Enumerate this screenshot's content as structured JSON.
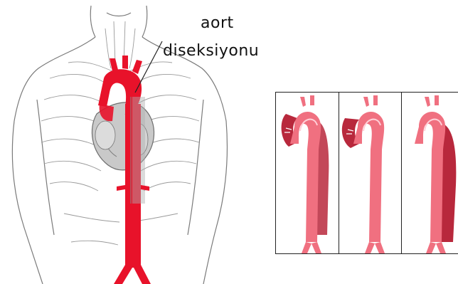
{
  "annotation": {
    "line1": "aort",
    "line2": "diseksiyonu"
  },
  "colors": {
    "aorta_red": "#e8122a",
    "aorta_pink": "#f07080",
    "false_lumen": "#b8283c",
    "outline": "#8a8a8a"
  },
  "panels": [
    {
      "icon": "aortic-dissection-type-a-proximal"
    },
    {
      "icon": "aortic-dissection-type-a-limited"
    },
    {
      "icon": "aortic-dissection-type-b-descending"
    }
  ]
}
